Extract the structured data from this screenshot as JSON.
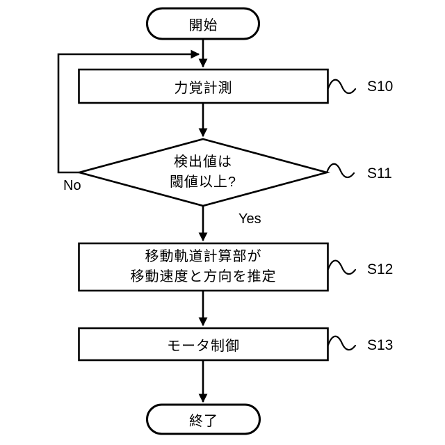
{
  "flowchart": {
    "colors": {
      "line": "#000000",
      "background": "#ffffff",
      "text": "#000000"
    },
    "start": {
      "label": "開始"
    },
    "steps": {
      "s10": {
        "label": "力覚計測",
        "tag": "S10"
      },
      "s11": {
        "line1": "検出値は",
        "line2": "閾値以上?",
        "tag": "S11"
      },
      "s12": {
        "line1": "移動軌道計算部が",
        "line2": "移動速度と方向を推定",
        "tag": "S12"
      },
      "s13": {
        "label": "モータ制御",
        "tag": "S13"
      }
    },
    "end": {
      "label": "終了"
    },
    "branches": {
      "no_label": "No",
      "yes_label": "Yes"
    }
  }
}
